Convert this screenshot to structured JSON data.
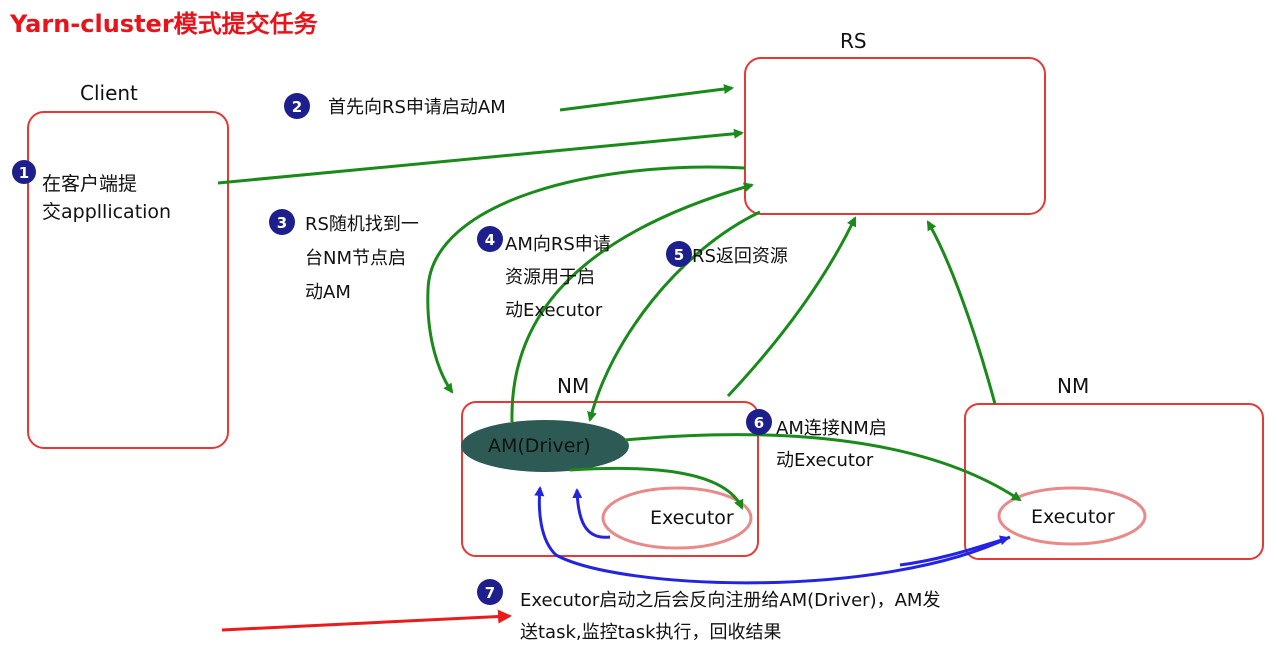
{
  "title": "Yarn-cluster模式提交任务",
  "nodes": {
    "client": {
      "label": "Client",
      "text_lines": [
        "在客户端提",
        "交appllication"
      ]
    },
    "rs": {
      "label": "RS"
    },
    "nm1": {
      "label": "NM",
      "driver_label": "AM(Driver)",
      "executor_label": "Executor"
    },
    "nm2": {
      "label": "NM",
      "executor_label": "Executor"
    }
  },
  "steps": [
    {
      "num": "1"
    },
    {
      "num": "2",
      "lines": [
        "首先向RS申请启动AM"
      ]
    },
    {
      "num": "3",
      "lines": [
        "RS随机找到一",
        "台NM节点启",
        "动AM"
      ]
    },
    {
      "num": "4",
      "lines": [
        "AM向RS申请",
        "资源用于启",
        "动Executor"
      ]
    },
    {
      "num": "5",
      "lines": [
        "RS返回资源"
      ]
    },
    {
      "num": "6",
      "lines": [
        "AM连接NM启",
        "动Executor"
      ]
    },
    {
      "num": "7",
      "lines": [
        "Executor启动之后会反向注册给AM(Driver)，AM发",
        "送task,监控task执行，回收结果"
      ]
    }
  ],
  "colors": {
    "title": "#e8141b",
    "box_border": "#e53935",
    "arrow_green": "#1a8a1a",
    "arrow_blue": "#2424e0",
    "arrow_red": "#e81c1c",
    "step_circle": "#1c1f8c",
    "driver_fill": "#2e5a55",
    "executor_border": "#e88a8a"
  }
}
